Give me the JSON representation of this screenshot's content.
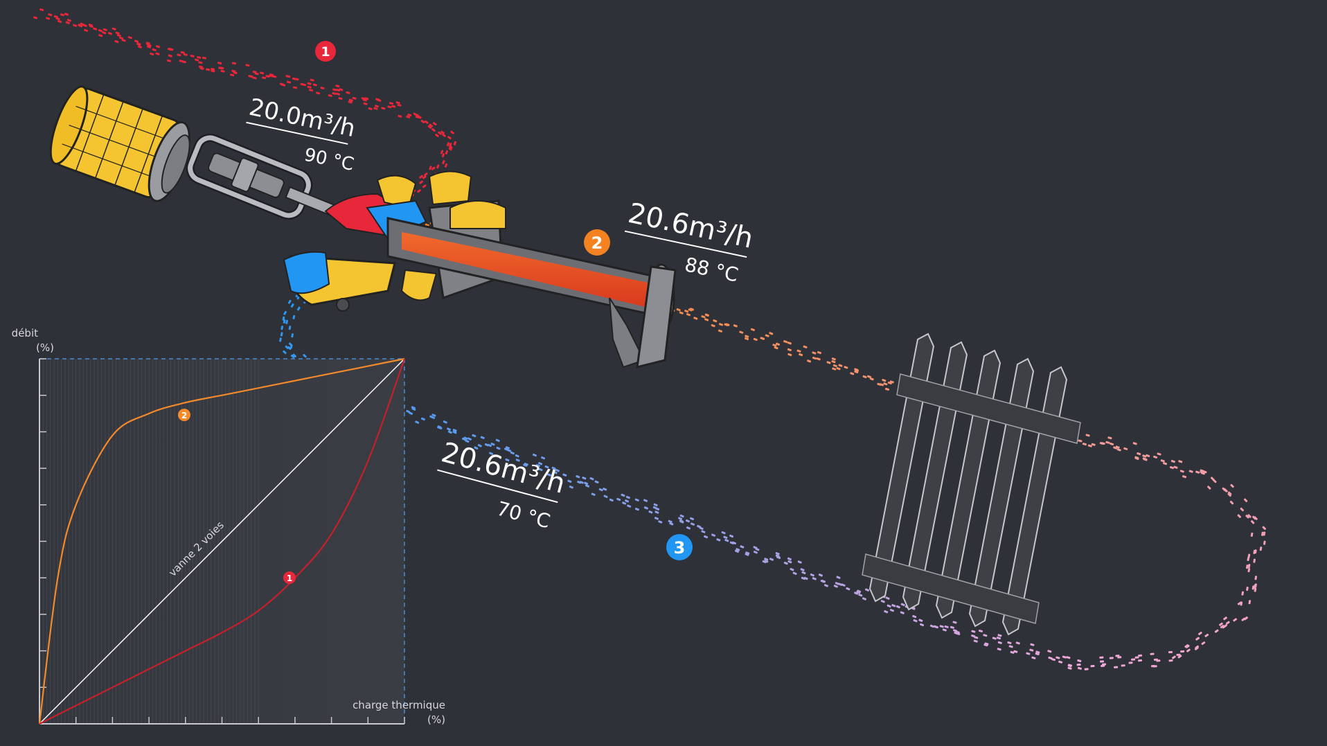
{
  "colors": {
    "background": "#2f3139",
    "supply_red": "#e8283a",
    "mixed_orange": "#f58220",
    "return_blue": "#2196f3",
    "return_pink": "#f0a8dc",
    "actuator_yellow": "#f5c531",
    "curve_red": "#c4202c",
    "curve_orange": "#f58a2a",
    "grid_dash": "#4a8ad0"
  },
  "badges": [
    {
      "label": "1",
      "color": "#e8283a"
    },
    {
      "label": "2",
      "color": "#f58220"
    },
    {
      "label": "3",
      "color": "#2196f3"
    }
  ],
  "flows": {
    "supply": {
      "rate": "20.0m³/h",
      "temp": "90 °C"
    },
    "mixed": {
      "rate": "20.6m³/h",
      "temp": "88 °C"
    },
    "return": {
      "rate": "20.6m³/h",
      "temp": "70 °C"
    }
  },
  "chart": {
    "y_axis_label": "débit",
    "y_axis_unit": "(%)",
    "x_axis_label": "charge thermique",
    "x_axis_unit": "(%)",
    "diagonal_label": "vanne 2 voies",
    "curve_badge_1": "1",
    "curve_badge_2": "2"
  },
  "chart_data": {
    "type": "line",
    "xlabel": "charge thermique (%)",
    "ylabel": "débit (%)",
    "xlim": [
      0,
      100
    ],
    "ylim": [
      0,
      100
    ],
    "series": [
      {
        "name": "vanne 2 voies",
        "color": "#ffffff",
        "x": [
          0,
          100
        ],
        "y": [
          0,
          100
        ]
      },
      {
        "name": "",
        "color": "#f58a2a",
        "x": [
          0,
          5,
          10,
          20,
          30,
          40,
          50,
          60,
          70,
          80,
          90,
          100
        ],
        "y": [
          0,
          40,
          60,
          79,
          85,
          88,
          90,
          92,
          94,
          96,
          98,
          100
        ]
      },
      {
        "name": "",
        "color": "#c4202c",
        "x": [
          0,
          10,
          20,
          30,
          40,
          50,
          60,
          70,
          80,
          90,
          100
        ],
        "y": [
          0,
          5,
          10,
          15,
          20,
          25,
          31,
          40,
          52,
          72,
          100
        ]
      }
    ]
  }
}
